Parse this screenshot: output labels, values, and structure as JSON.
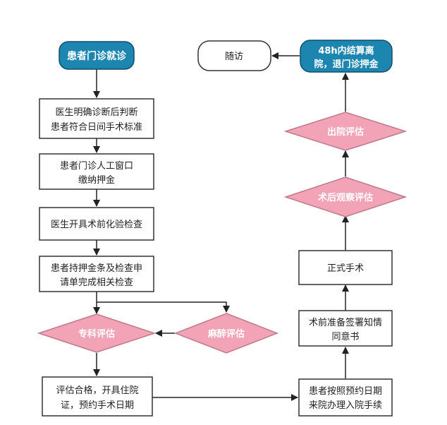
{
  "nodes": {
    "start": "患者门诊就诊",
    "step1_line1": "医生明确诊断后判断",
    "step1_line2": "患者符合日间手术标准",
    "step2_line1": "患者门诊人工窗口",
    "step2_line2": "缴纳押金",
    "step3": "医生开具术前化验检查",
    "step4_line1": "患者持押金条及检查申",
    "step4_line2": "请单完成相关检查",
    "decision_specialty": "专科评估",
    "decision_anesthesia": "麻醉评估",
    "step5_line1": "评估合格，开具住院",
    "step5_line2": "证，预约手术日期",
    "step6_line1": "患者按照预约日期",
    "step6_line2": "来院办理入院手续",
    "step7_line1": "术前准备签署知情",
    "step7_line2": "同意书",
    "step8": "正式手术",
    "decision_postop": "术后观察评估",
    "decision_discharge": "出院评估",
    "end_line1": "48h内结算离",
    "end_line2": "院，退门诊押金",
    "followup": "随访"
  },
  "colors": {
    "terminal_fill": "#1d86b0",
    "terminal_border": "#0f4f6b",
    "decision_fill": "#f2a3b6",
    "decision_border": "#c07a8c",
    "box_border": "#333333",
    "arrow": "#222222"
  }
}
